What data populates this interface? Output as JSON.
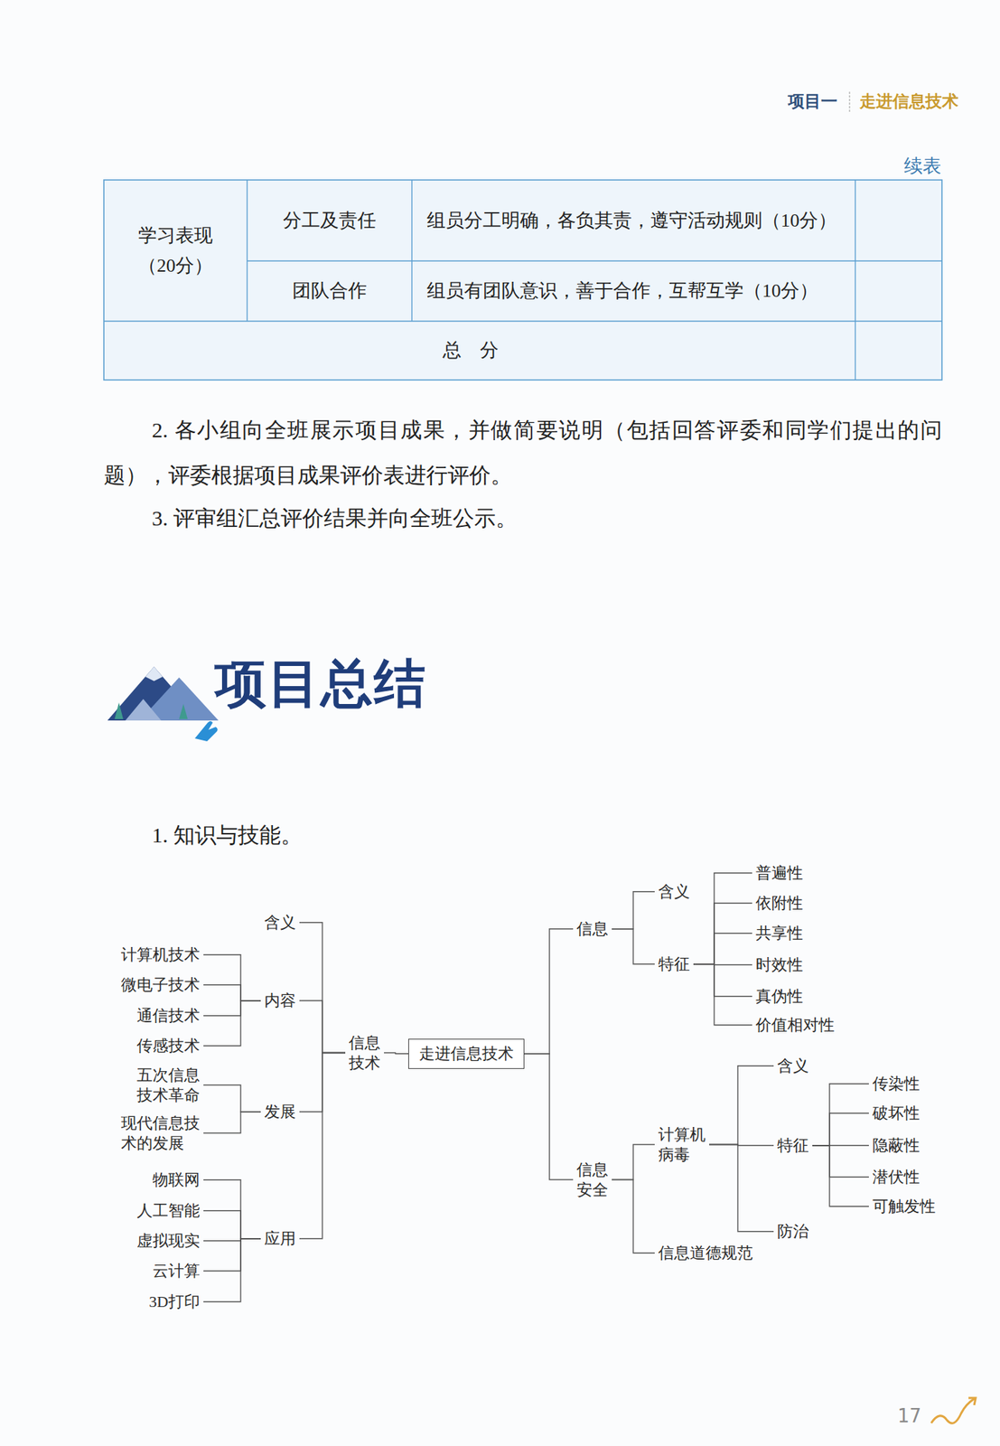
{
  "diagram": {
    "title": "项目总结",
    "nodes": [
      {
        "text": [
          "走进信息技术"
        ]
      },
      {
        "text": [
          "信息技术"
        ]
      },
      {
        "text": [
          "含义"
        ]
      },
      {
        "text": [
          "内容"
        ]
      },
      {
        "text": [
          "计算机技术"
        ]
      },
      {
        "text": [
          "微电子技术"
        ]
      },
      {
        "text": [
          "通信技术"
        ]
      },
      {
        "text": [
          "传感技术"
        ]
      },
      {
        "text": [
          "发展"
        ]
      },
      {
        "text": [
          "五次信息技术革命"
        ]
      },
      {
        "text": [
          "现代信息技术的发展"
        ]
      },
      {
        "text": [
          "应用"
        ]
      },
      {
        "text": [
          "物联网"
        ]
      },
      {
        "text": [
          "人工智能"
        ]
      },
      {
        "text": [
          "虚拟现实"
        ]
      },
      {
        "text": [
          "云计算"
        ]
      },
      {
        "text": [
          "3D打印"
        ]
      },
      {
        "text": [
          "信息"
        ]
      },
      {
        "text": [
          "含义"
        ]
      },
      {
        "text": [
          "特征"
        ]
      },
      {
        "text": [
          "普遍性"
        ]
      },
      {
        "text": [
          "依附性"
        ]
      },
      {
        "text": [
          "共享性"
        ]
      },
      {
        "text": [
          "时效性"
        ]
      },
      {
        "text": [
          "真伪性"
        ]
      },
      {
        "text": [
          "价值相对性"
        ]
      },
      {
        "text": [
          "信息安全"
        ]
      },
      {
        "text": [
          "计算机病毒"
        ]
      },
      {
        "text": [
          "含义"
        ]
      },
      {
        "text": [
          "特征"
        ]
      },
      {
        "text": [
          "传染性"
        ]
      },
      {
        "text": [
          "破坏性"
        ]
      },
      {
        "text": [
          "隐蔽性"
        ]
      },
      {
        "text": [
          "潜伏性"
        ]
      },
      {
        "text": [
          "可触发性"
        ]
      },
      {
        "text": [
          "防治"
        ]
      },
      {
        "text": [
          "信息道德规范"
        ]
      }
    ],
    "edges": [
      {
        "from": 0,
        "to": 1,
        "arrow": "none"
      },
      {
        "from": 1,
        "to": 2,
        "arrow": "none"
      },
      {
        "from": 1,
        "to": 3,
        "arrow": "none"
      },
      {
        "from": 1,
        "to": 8,
        "arrow": "none"
      },
      {
        "from": 1,
        "to": 11,
        "arrow": "none"
      },
      {
        "from": 3,
        "to": 4,
        "arrow": "none"
      },
      {
        "from": 3,
        "to": 5,
        "arrow": "none"
      },
      {
        "from": 3,
        "to": 6,
        "arrow": "none"
      },
      {
        "from": 3,
        "to": 7,
        "arrow": "none"
      },
      {
        "from": 8,
        "to": 9,
        "arrow": "none"
      },
      {
        "from": 8,
        "to": 10,
        "arrow": "none"
      },
      {
        "from": 11,
        "to": 12,
        "arrow": "none"
      },
      {
        "from": 11,
        "to": 13,
        "arrow": "none"
      },
      {
        "from": 11,
        "to": 14,
        "arrow": "none"
      },
      {
        "from": 11,
        "to": 15,
        "arrow": "none"
      },
      {
        "from": 11,
        "to": 16,
        "arrow": "none"
      },
      {
        "from": 0,
        "to": 17,
        "arrow": "none"
      },
      {
        "from": 0,
        "to": 26,
        "arrow": "none"
      },
      {
        "from": 17,
        "to": 18,
        "arrow": "none"
      },
      {
        "from": 17,
        "to": 19,
        "arrow": "none"
      },
      {
        "from": 19,
        "to": 20,
        "arrow": "none"
      },
      {
        "from": 19,
        "to": 21,
        "arrow": "none"
      },
      {
        "from": 19,
        "to": 22,
        "arrow": "none"
      },
      {
        "from": 19,
        "to": 23,
        "arrow": "none"
      },
      {
        "from": 19,
        "to": 24,
        "arrow": "none"
      },
      {
        "from": 19,
        "to": 25,
        "arrow": "none"
      },
      {
        "from": 26,
        "to": 27,
        "arrow": "none"
      },
      {
        "from": 26,
        "to": 36,
        "arrow": "none"
      },
      {
        "from": 27,
        "to": 28,
        "arrow": "none"
      },
      {
        "from": 27,
        "to": 29,
        "arrow": "none"
      },
      {
        "from": 27,
        "to": 35,
        "arrow": "none"
      },
      {
        "from": 29,
        "to": 30,
        "arrow": "none"
      },
      {
        "from": 29,
        "to": 31,
        "arrow": "none"
      },
      {
        "from": 29,
        "to": 32,
        "arrow": "none"
      },
      {
        "from": 29,
        "to": 33,
        "arrow": "none"
      },
      {
        "from": 29,
        "to": 34,
        "arrow": "none"
      }
    ],
    "labels": [
      "项目一",
      "走进信息技术",
      "续表",
      "学习表现 （20分）",
      "分工及责任",
      "组员分工明确，各负其责，遵守活动规则（10分）",
      "团队合作",
      "组员有团队意识，善于合作，互帮互学（10分）",
      "总分",
      "2. 各小组向全班展示项目成果，并做简要说明（包括回答评委和同学们提出的问题），评委根据项目成果评价表进行评价。",
      "3. 评审组汇总评价结果并向全班公示。",
      "1. 知识与技能。",
      "17"
    ]
  }
}
